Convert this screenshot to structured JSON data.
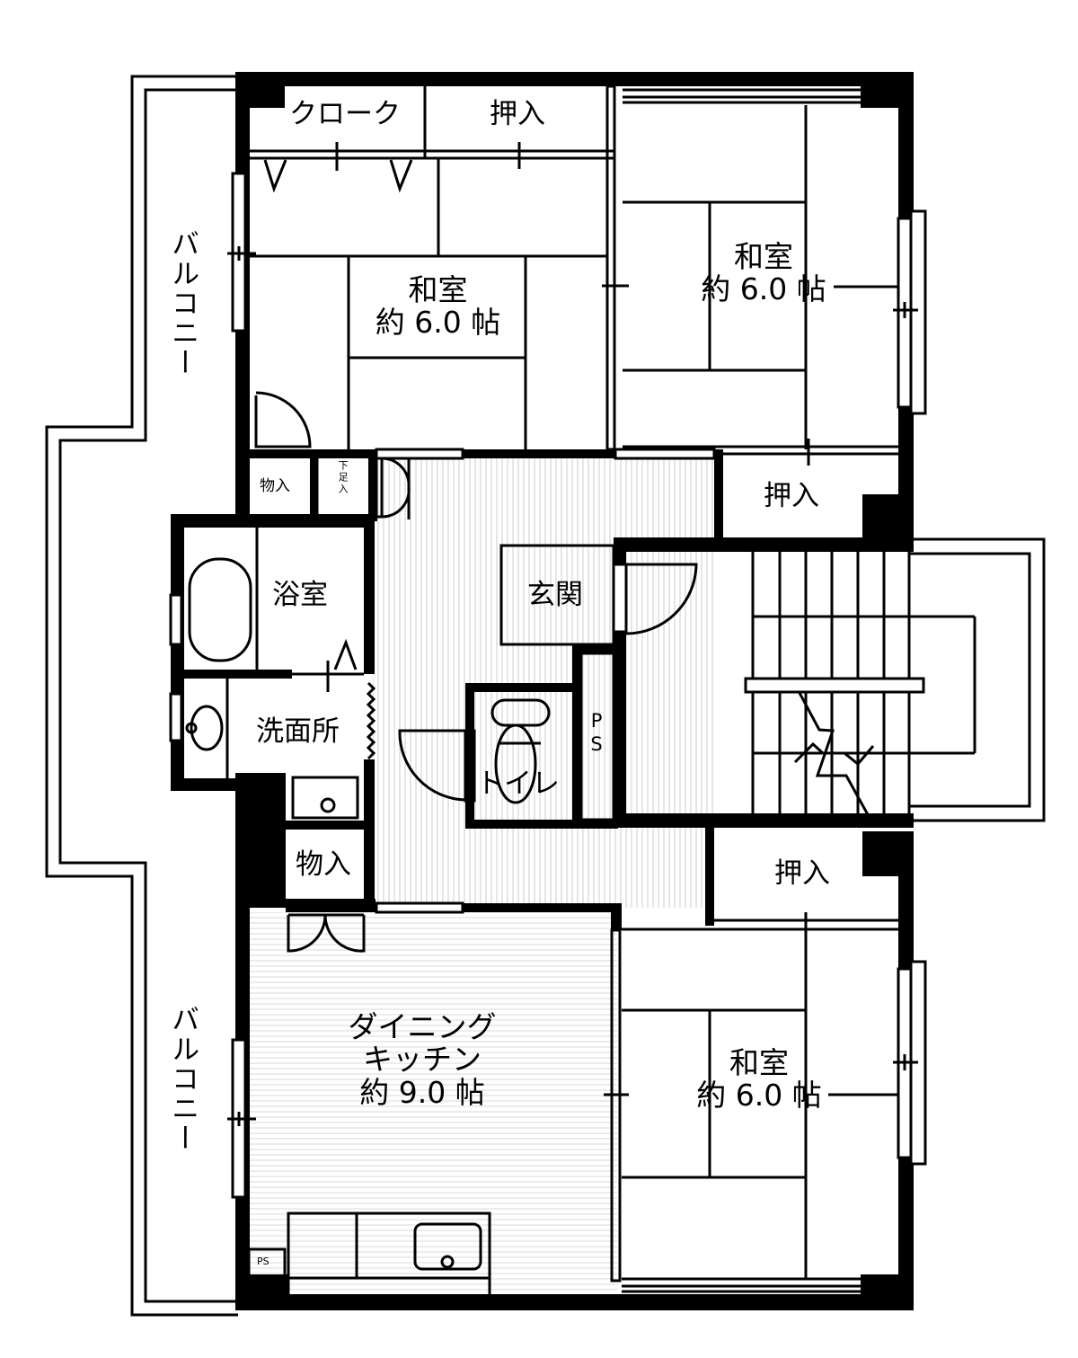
{
  "colors": {
    "wall": "#000000",
    "background": "#ffffff",
    "floor_stripe": "#e4e4e4"
  },
  "plan": {
    "rooms": {
      "cloak": {
        "label": "クローク"
      },
      "oshiire_top": {
        "label": "押入"
      },
      "washitsu_top_left": {
        "name": "和室",
        "size": "約 6.0 帖"
      },
      "washitsu_top_right": {
        "name": "和室",
        "size": "約 6.0 帖"
      },
      "washitsu_bottom_right": {
        "name": "和室",
        "size": "約 6.0 帖"
      },
      "dining_kitchen": {
        "line1": "ダイニング",
        "line2": "キッチン",
        "size": "約 9.0 帖"
      },
      "storage_small_top": {
        "label": "物入"
      },
      "shoe_storage": {
        "label": "下足入"
      },
      "oshiire_right_upper": {
        "label": "押入"
      },
      "bathroom": {
        "label": "浴室"
      },
      "entrance": {
        "label": "玄関"
      },
      "washroom": {
        "label": "洗面所"
      },
      "toilet": {
        "label": "トイレ"
      },
      "pipe_space": {
        "label": "PS"
      },
      "storage_small_bottom": {
        "label": "物入"
      },
      "oshiire_right_lower": {
        "label": "押入"
      },
      "pipe_space_kitchen": {
        "label": "PS"
      },
      "balcony_top": {
        "label": "バルコニー"
      },
      "balcony_bottom": {
        "label": "バルコニー"
      }
    }
  }
}
